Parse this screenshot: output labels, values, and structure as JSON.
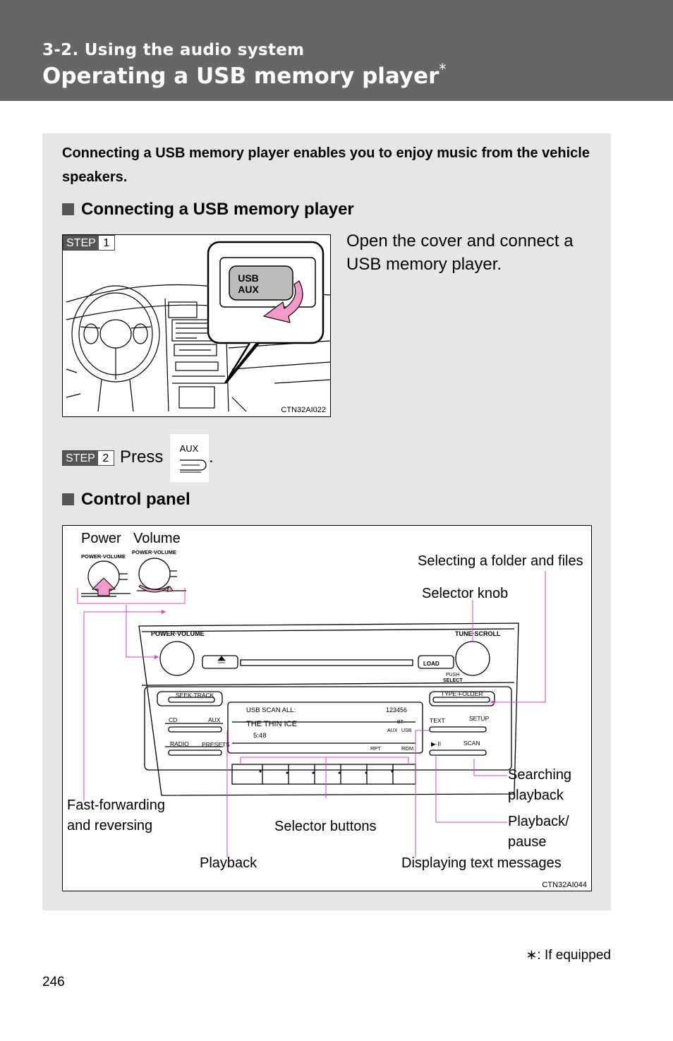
{
  "header": {
    "section_label": "3-2. Using the audio system",
    "title": "Operating a USB memory player",
    "title_mark": "*"
  },
  "intro": "Connecting a USB memory player enables you to enjoy music from the vehicle speakers.",
  "connecting": {
    "heading": "Connecting a USB memory player",
    "step1": {
      "badge_label": "STEP",
      "badge_number": "1",
      "text": "Open the cover and connect a USB memory player.",
      "figure_code": "CTN32AI022",
      "port_label_line1": "USB",
      "port_label_line2": "AUX"
    },
    "step2": {
      "badge_label": "STEP",
      "badge_number": "2",
      "press_text": "Press",
      "button_label": "AUX",
      "end_punct": "."
    }
  },
  "control_panel": {
    "heading": "Control panel",
    "figure_code": "CTN32AI044",
    "inset": {
      "knob_label": "POWER·VOLUME"
    },
    "unit": {
      "power_volume_label": "POWER·VOLUME",
      "tune_scroll_label": "TUNE·SCROLL",
      "load_label": "LOAD",
      "push_label": "PUSH",
      "select_label": "SELECT",
      "seek_track_label": "SEEK·TRACK",
      "type_folder_label": "TYPE·FOLDER",
      "cd_label": "CD",
      "aux_label": "AUX",
      "radio_label": "RADIO",
      "presets_label": "PRESETS",
      "text_label": "TEXT",
      "setup_label": "SETUP",
      "play_pause_label": "▶·II",
      "scan_label": "SCAN",
      "display": {
        "line1": "USB  SCAN  ALL:",
        "line2": "THE  THIN  ICE",
        "line3": "5:48",
        "track_digits": "123456",
        "aux_tag": "AUX",
        "usb_tag": "USB",
        "bt_tag": "BT",
        "rpt_label": "RPT",
        "rdm_label": "RDM"
      }
    },
    "callouts": {
      "power": "Power",
      "volume": "Volume",
      "selecting": "Selecting a folder and files",
      "selector_knob": "Selector knob",
      "searching_line1": "Searching",
      "searching_line2": "playback",
      "ff_line1": "Fast-forwarding",
      "ff_line2": "and reversing",
      "selector_buttons": "Selector buttons",
      "playpause_line1": "Playback/",
      "playpause_line2": "pause",
      "playback": "Playback",
      "displaying": "Displaying text messages"
    }
  },
  "footnote": "∗: If equipped",
  "page_number": "246",
  "colors": {
    "header_bg": "#666666",
    "panel_bg": "#e6e6e6",
    "callout_line": "#e040c0",
    "arrow_fill": "#f49ac8"
  }
}
